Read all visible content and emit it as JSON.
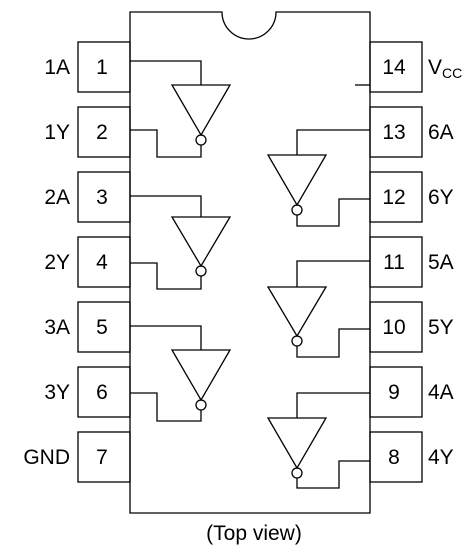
{
  "diagram": {
    "caption": "(Top view)",
    "left_pins": [
      {
        "number": "1",
        "name": "1A"
      },
      {
        "number": "2",
        "name": "1Y"
      },
      {
        "number": "3",
        "name": "2A"
      },
      {
        "number": "4",
        "name": "2Y"
      },
      {
        "number": "5",
        "name": "3A"
      },
      {
        "number": "6",
        "name": "3Y"
      },
      {
        "number": "7",
        "name": "GND"
      }
    ],
    "right_pins": [
      {
        "number": "14",
        "name_main": "V",
        "name_sub": "CC"
      },
      {
        "number": "13",
        "name_main": "6A"
      },
      {
        "number": "12",
        "name_main": "6Y"
      },
      {
        "number": "11",
        "name_main": "5A"
      },
      {
        "number": "10",
        "name_main": "5Y"
      },
      {
        "number": "9",
        "name_main": "4A"
      },
      {
        "number": "8",
        "name_main": "4Y"
      }
    ]
  }
}
